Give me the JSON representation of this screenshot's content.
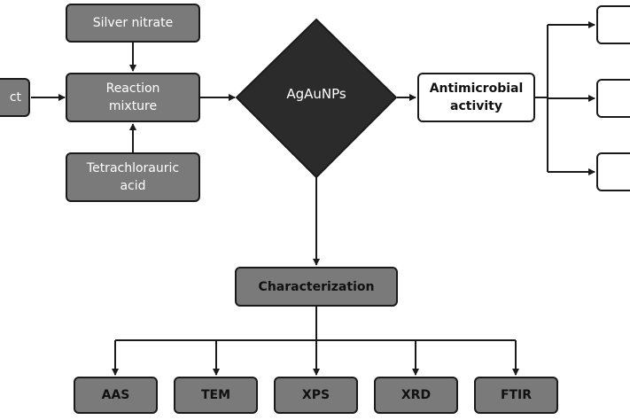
{
  "nodes": {
    "extract": "ct",
    "silver_nitrate": "Silver nitrate",
    "reaction_mixture_line1": "Reaction",
    "reaction_mixture_line2": "mixture",
    "tetrachloroauric_line1": "Tetrachlorauric",
    "tetrachloroauric_line2": "acid",
    "agaunps": "AgAuNPs",
    "antimicrobial_line1": "Antimicrobial",
    "antimicrobial_line2": "activity",
    "characterization": "Characterization",
    "techniques": [
      "AAS",
      "TEM",
      "XPS",
      "XRD",
      "FTIR"
    ]
  },
  "colors": {
    "gray_box": "#7a7a7a",
    "diamond": "#2b2b2b",
    "line": "#1a1a1a"
  }
}
